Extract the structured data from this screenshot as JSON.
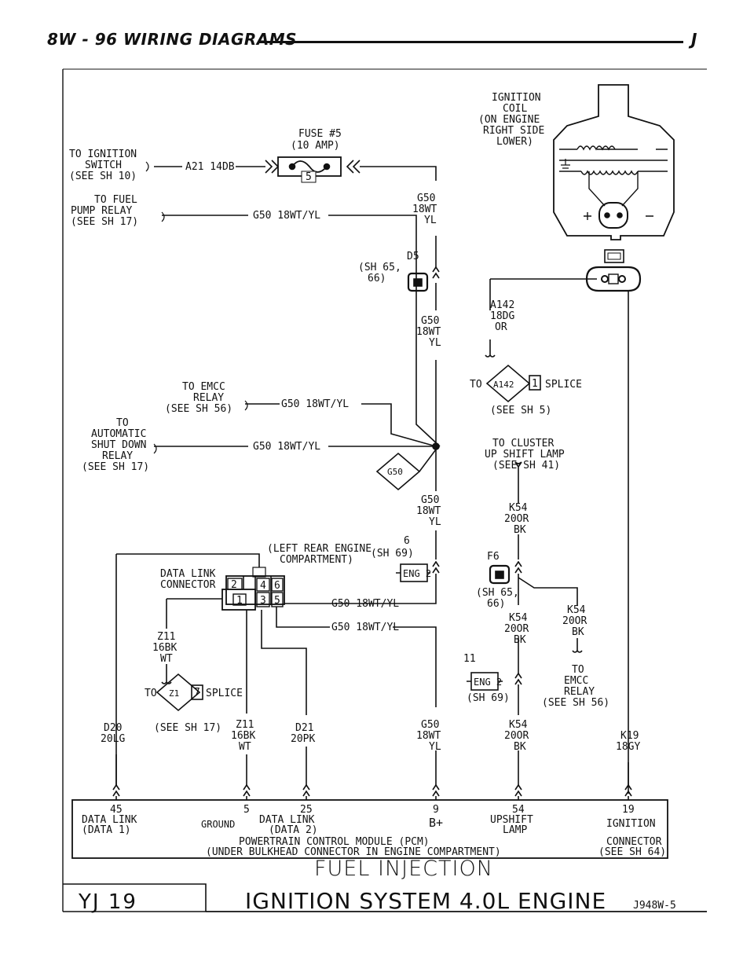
{
  "header": {
    "page": "8W - 96   WIRING DIAGRAMS",
    "brand": "J"
  },
  "ignition_coil": [
    "IGNITION",
    "COIL",
    "(ON ENGINE",
    "RIGHT SIDE",
    "LOWER)"
  ],
  "fuse": [
    "FUSE #5",
    "(10 AMP)"
  ],
  "fuse_number": "5",
  "to_ignition_switch": [
    "TO IGNITION",
    "SWITCH",
    "(SEE SH 10)"
  ],
  "wire_a21": "A21 14DB",
  "g50_wire": [
    "G50",
    "18WT",
    "YL"
  ],
  "d5_connector": [
    "D5",
    "(SH 65,",
    "66)"
  ],
  "a142_wire": [
    "A142",
    "18DG",
    "OR"
  ],
  "a142_splice": {
    "to": "TO",
    "label": "A142",
    "num": "1",
    "suffix": "SPLICE",
    "see": "(SEE SH 5)"
  },
  "fuel_pump": [
    "TO FUEL",
    "PUMP RELAY",
    "(SEE SH 17)"
  ],
  "g50_18wtyl": "G50 18WT/YL",
  "emcc_relay": [
    "TO EMCC",
    "RELAY",
    "(SEE SH 56)"
  ],
  "asd_relay": [
    "TO",
    "AUTOMATIC",
    "SHUT DOWN",
    "RELAY",
    "(SEE SH 17)"
  ],
  "g50_splice": "G50",
  "cluster": [
    "TO CLUSTER",
    "UP SHIFT LAMP",
    "(SEE SH 41)"
  ],
  "k54_wire": [
    "K54",
    "20OR",
    "BK"
  ],
  "left_rear": [
    "(LEFT REAR ENGINE",
    "COMPARTMENT)"
  ],
  "eng2_top": {
    "pin": "6",
    "see": "(SH 69)",
    "label": "ENG 2"
  },
  "f6_connector": [
    "F6",
    "(SH 65,",
    "66)"
  ],
  "data_link_conn": [
    "DATA LINK",
    "CONNECTOR"
  ],
  "dlc_pins": [
    "2",
    "4",
    "6",
    "1",
    "3",
    "5"
  ],
  "z11_wire": [
    "Z11",
    "16BK",
    "WT"
  ],
  "z1_splice": {
    "to": "TO",
    "label": "Z1",
    "num": "7",
    "suffix": "SPLICE",
    "see": "(SEE SH 17)"
  },
  "k54_left": [
    "K54",
    "20OR",
    "BK"
  ],
  "k54_right": [
    "K54",
    "20OR",
    "BK"
  ],
  "emcc_relay_2": [
    "TO",
    "EMCC",
    "RELAY",
    "(SEE SH 56)"
  ],
  "eng2_bottom": {
    "pin": "11",
    "see": "(SH 69)",
    "label": "ENG 2"
  },
  "bottom_wires": {
    "d20": [
      "D20",
      "20LG"
    ],
    "z11": [
      "Z11",
      "16BK",
      "WT"
    ],
    "d21": [
      "D21",
      "20PK"
    ],
    "g50": [
      "G50",
      "18WT",
      "YL"
    ],
    "k54": [
      "K54",
      "20OR",
      "BK"
    ],
    "k19": [
      "K19",
      "18GY"
    ]
  },
  "pcm_pins": [
    {
      "num": "45",
      "lines": [
        "DATA LINK",
        "(DATA 1)"
      ]
    },
    {
      "num": "5",
      "lines": [
        "GROUND"
      ]
    },
    {
      "num": "25",
      "lines": [
        "DATA LINK",
        "(DATA 2)"
      ]
    },
    {
      "num": "9",
      "lines": [
        "B+"
      ]
    },
    {
      "num": "54",
      "lines": [
        "UPSHIFT",
        "LAMP"
      ]
    },
    {
      "num": "19",
      "lines": [
        "IGNITION"
      ]
    }
  ],
  "pcm_module": [
    "POWERTRAIN CONTROL MODULE (PCM)",
    "(UNDER BULKHEAD CONNECTOR IN ENGINE COMPARTMENT)"
  ],
  "connector_ref": [
    "CONNECTOR",
    "(SEE SH 64)"
  ],
  "footer": {
    "title1": "FUEL INJECTION",
    "title2": "IGNITION SYSTEM 4.0L ENGINE",
    "model": "YJ 19",
    "code": "J948W-5"
  }
}
